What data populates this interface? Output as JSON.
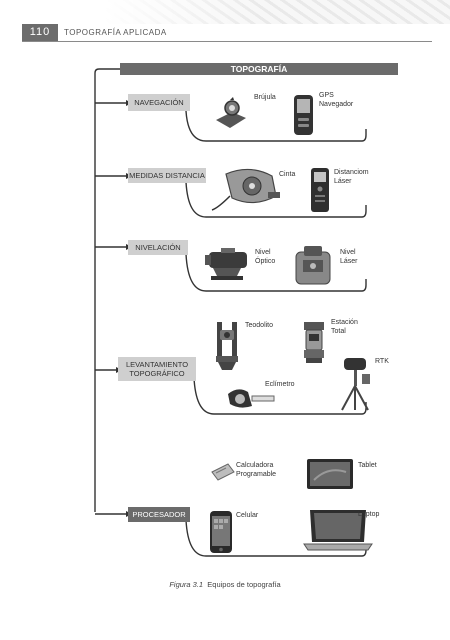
{
  "header": {
    "page_number": "110",
    "running_head": "TOPOGRAFÍA APLICADA"
  },
  "diagram": {
    "title": "TOPOGRAFÍA",
    "categories": {
      "navegacion": "NAVEGACIÓN",
      "medidas": "MEDIDAS DISTANCIA",
      "nivelacion": "NIVELACIÓN",
      "levantamiento_1": "LEVANTAMIENTO",
      "levantamiento_2": "TOPOGRÁFICO",
      "procesador": "PROCESADOR"
    },
    "items": {
      "brujula": "Brújula",
      "gps_1": "GPS",
      "gps_2": "Navegador",
      "cinta": "Cinta",
      "distanciometro_1": "Distanciom",
      "distanciometro_2": "Láser",
      "nivel_optico_1": "Nivel",
      "nivel_optico_2": "Óptico",
      "nivel_laser_1": "Nivel",
      "nivel_laser_2": "Láser",
      "teodolito": "Teodolito",
      "estacion_1": "Estación",
      "estacion_2": "Total",
      "rtk": "RTK",
      "eclimetro": "Eclímetro",
      "calculadora_1": "Calculadora",
      "calculadora_2": "Programable",
      "tablet": "Tablet",
      "celular": "Celular",
      "laptop": "Laptop"
    }
  },
  "caption": {
    "label": "Figura 3.1",
    "text": "Equipos de topografía"
  }
}
